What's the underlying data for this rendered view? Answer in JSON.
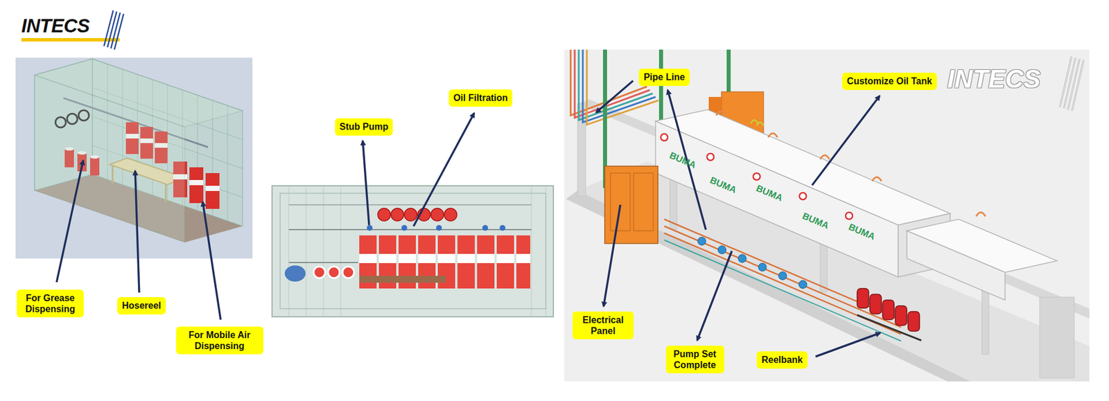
{
  "diagram": {
    "nodes": [
      {
        "text": [
          "For Grease Dispensing"
        ]
      },
      {
        "text": [
          "Hosereel"
        ]
      },
      {
        "text": [
          "For Mobile Air Dispensing"
        ]
      },
      {
        "text": [
          "Stub Pump"
        ]
      },
      {
        "text": [
          "Oil Filtration"
        ]
      },
      {
        "text": [
          "Pipe Line"
        ]
      },
      {
        "text": [
          "Customize Oil Tank"
        ]
      },
      {
        "text": [
          "Electrical Panel"
        ]
      },
      {
        "text": [
          "Pump Set Complete"
        ]
      },
      {
        "text": [
          "Reelbank"
        ]
      }
    ],
    "labels": [
      "INTECS",
      "INTECS",
      "BUMA",
      "BUMA",
      "BUMA",
      "BUMA",
      "BUMA"
    ]
  }
}
